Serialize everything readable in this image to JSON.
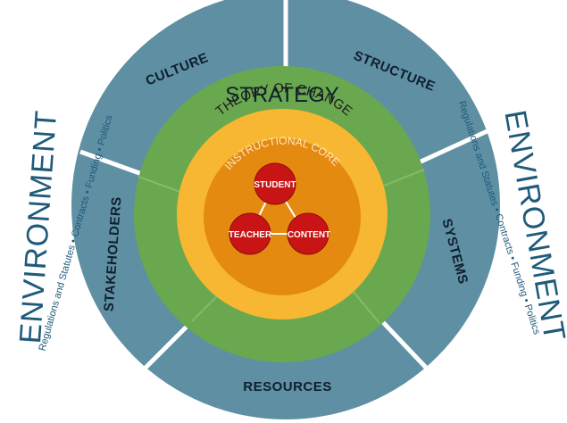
{
  "diagram": {
    "segments": [
      {
        "id": "culture",
        "label": "CULTURE"
      },
      {
        "id": "structure",
        "label": "STRUCTURE"
      },
      {
        "id": "systems",
        "label": "SYSTEMS"
      },
      {
        "id": "resources",
        "label": "RESOURCES"
      },
      {
        "id": "stakeholders",
        "label": "STAKEHOLDERS"
      }
    ],
    "rings": {
      "strategy": "STRATEGY",
      "theory_of_change": "THEORY OF CHANGE",
      "instructional_core": "INSTRUCTIONAL CORE"
    },
    "nodes": {
      "student": "STUDENT",
      "teacher": "TEACHER",
      "content": "CONTENT"
    },
    "environment": {
      "title": "ENVIRONMENT",
      "left_subtitle": "Regulations and Statutes  •  Contracts  •  Funding  •  Politics",
      "right_subtitle": "Regulations and Statutes  •  Contracts  •  Funding  •  Politics"
    },
    "colors": {
      "outer_ring": "#5e8fa3",
      "divider": "#ffffff",
      "strategy_ring": "#6aa84f",
      "theory_ring": "#f8b732",
      "core_circle": "#e48a10",
      "node_fill": "#c81414",
      "environment_text": "#1f5a7a"
    }
  }
}
